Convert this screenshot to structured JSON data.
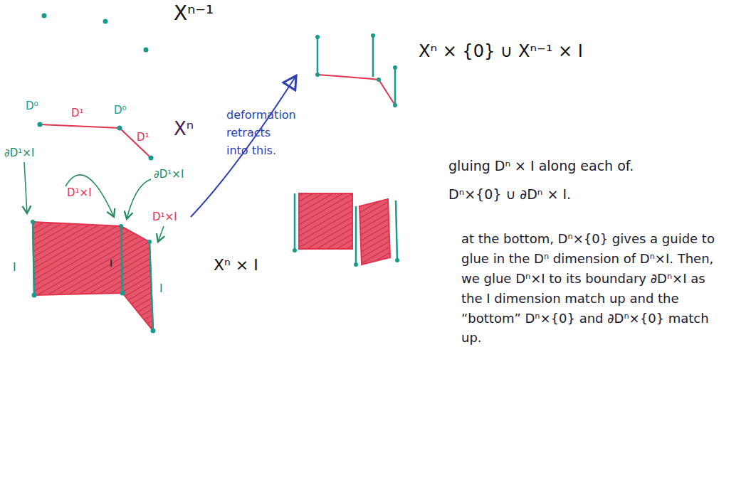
{
  "diagram": {
    "labels": [
      "Xⁿ⁻¹",
      "D⁰",
      "D¹",
      "D⁰",
      "D¹",
      "Xⁿ",
      "deformation retracts into this.",
      "Xⁿ × {0} ∪ Xⁿ⁻¹ × I",
      "∂D¹×I",
      "D¹×I",
      "∂D¹×I",
      "D¹×I",
      "I",
      "I",
      "I",
      "Xⁿ × I",
      "gluing Dⁿ × I along each of.",
      "Dⁿ×{0} ∪ ∂Dⁿ × I.",
      "at the bottom, Dⁿ×{0} gives a guide to glue in the Dⁿ dimension of Dⁿ×I. Then, we glue Dⁿ×I to its boundary ∂Dⁿ×I as the I dimension match up and the “bottom” Dⁿ×{0} and ∂Dⁿ×{0} match up."
    ]
  }
}
